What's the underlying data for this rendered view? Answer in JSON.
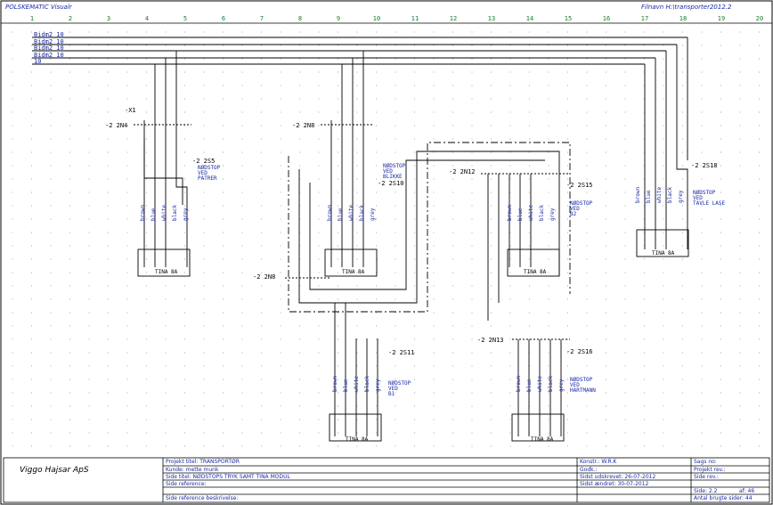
{
  "header": {
    "left_title": "POLSKEMATIC Visualr",
    "right_title": "Filnavn H:\\transporter2012.2"
  },
  "columns": [
    "1",
    "2",
    "3",
    "4",
    "5",
    "6",
    "7",
    "8",
    "9",
    "10",
    "11",
    "12",
    "13",
    "14",
    "15",
    "16",
    "17",
    "18",
    "19",
    "20"
  ],
  "buses": [
    "Bidm2 10",
    "Bidm2 10",
    "Bidm2 10",
    "Bidm2 10",
    "10"
  ],
  "devices": {
    "x1": "-X1",
    "c1": "-2 2N4",
    "c2": "-2 2N8",
    "c3": "-2 2N12",
    "c4": "-2 2N8",
    "c5": "-2 2N13",
    "s1": "-2 2S5",
    "s2": "-2 2S10",
    "s3": "-2 2S15",
    "s4": "-2 2S18",
    "s5": "-2 2S11",
    "s6": "-2 2S16"
  },
  "notes": {
    "n1": [
      "NØDSTOP",
      "VED",
      "PATRER"
    ],
    "n2": [
      "NØDSTOP",
      "VED",
      "BLIKKE"
    ],
    "n3": [
      "NØDSTOP",
      "VED",
      "B2"
    ],
    "n4": [
      "NØDSTOP",
      "VED",
      "TAVLE LASE"
    ],
    "n5": [
      "NØDSTOP",
      "VED",
      "B1"
    ],
    "n6": [
      "NØDSTOP",
      "VED",
      "HARTMANN"
    ]
  },
  "wire_labels": [
    "brown",
    "blue",
    "white",
    "black",
    "grey"
  ],
  "module_label": "TINA 8A",
  "titleblock": {
    "company": "Viggo Hajsar ApS",
    "project": "Projekt titel: TRANSPORTØR",
    "customer": "Kunde: mette munk",
    "page_title": "Side titel: NØDSTOPS TRYK SAMT TINA MODUL",
    "page_ref": "Side reference:",
    "page_ref_desc": "Side reference beskrivelse:",
    "constructed": "Konstr.: W.R.K",
    "approved": "Godk.:",
    "page_created": "Sidst udskrevet: 26-07-2012",
    "page_changed": "Sidst ændret: 30-07-2012",
    "pages_total": "Antal brugte sider: 44",
    "sag_no": "Sags no:",
    "project_rev": "Projekt rev.:",
    "page_rev": "Side rev.:",
    "page_num": "Side: 2.2",
    "of_total": "af: 46"
  }
}
